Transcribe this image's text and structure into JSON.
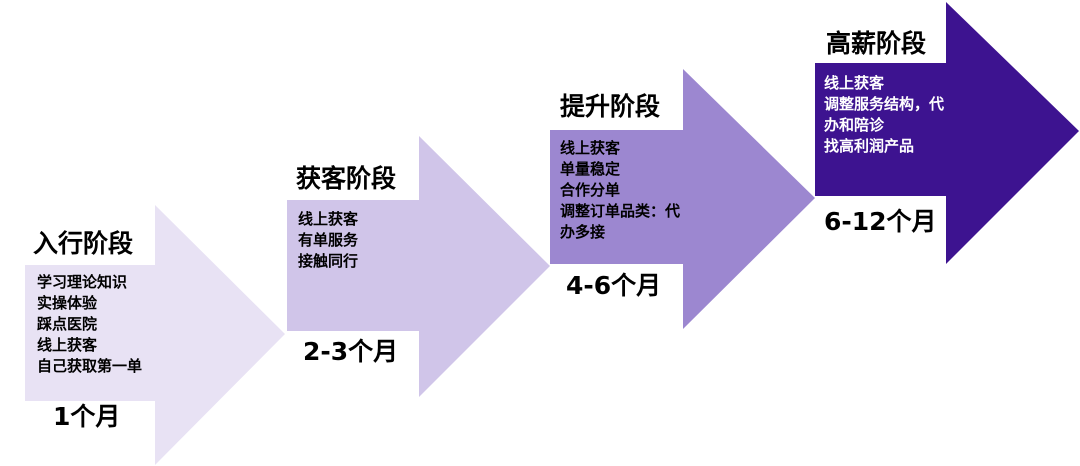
{
  "colors": {
    "stage1": "#e8e2f4",
    "stage2": "#d0c5e9",
    "stage3": "#9c87d0",
    "stage4": "#3d1390"
  },
  "stages": [
    {
      "title": "入行阶段",
      "items": [
        "学习理论知识",
        "实操体验",
        "踩点医院",
        "线上获客",
        "自己获取第一单"
      ],
      "duration": "1个月"
    },
    {
      "title": "获客阶段",
      "items": [
        "线上获客",
        "有单服务",
        "接触同行"
      ],
      "duration": "2-3个月"
    },
    {
      "title": "提升阶段",
      "items": [
        "线上获客",
        "单量稳定",
        "合作分单",
        "调整订单品类：代",
        "办多接"
      ],
      "duration": "4-6个月"
    },
    {
      "title": "高薪阶段",
      "items": [
        "线上获客",
        "调整服务结构，代",
        "办和陪诊",
        "找高利润产品"
      ],
      "duration": "6-12个月"
    }
  ]
}
